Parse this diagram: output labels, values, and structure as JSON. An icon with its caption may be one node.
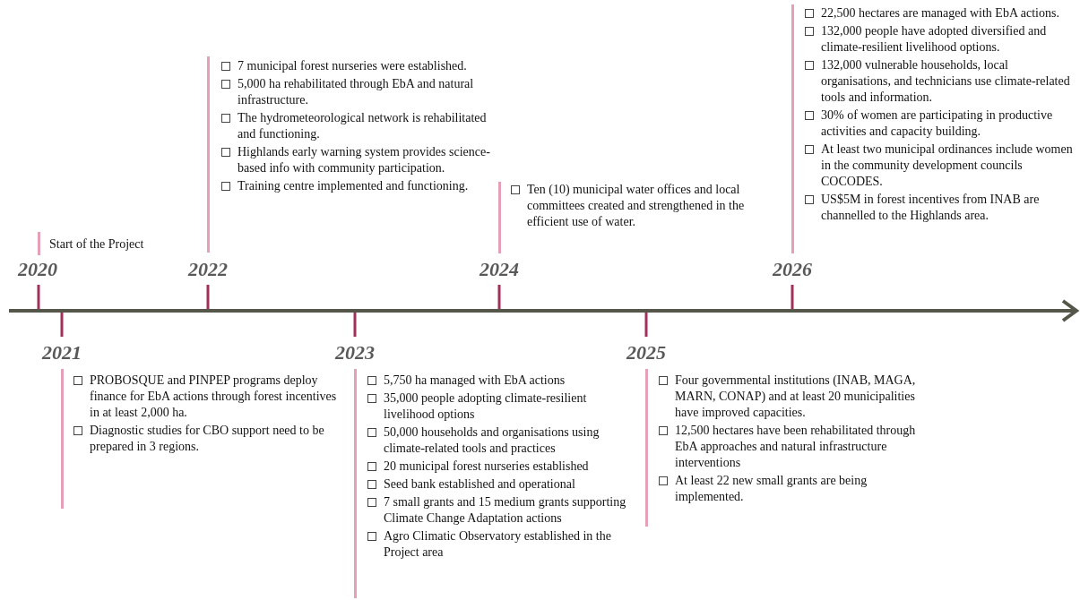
{
  "diagram": {
    "nodes": [
      {
        "text": [
          "Start of the Project"
        ],
        "beside": [
          "2020"
        ]
      },
      {
        "text": [
          "PROBOSQUE and PINPEP programs deploy finance for EbA actions through forest incentives in at least 2,000 ha.",
          "Diagnostic studies for CBO support need to be prepared in 3 regions."
        ],
        "beside": [
          "2021"
        ]
      },
      {
        "text": [
          "7 municipal forest nurseries were established.",
          "5,000 ha rehabilitated through EbA and natural infrastructure.",
          "The hydrometeorological network is rehabilitated and functioning.",
          "Highlands early warning system provides science-based info with community participation.",
          "Training centre implemented and functioning."
        ],
        "beside": [
          "2022"
        ]
      },
      {
        "text": [
          "5,750 ha managed with EbA actions",
          "35,000 people adopting climate-resilient livelihood options",
          "50,000 households and organisations using climate-related tools and practices",
          "20 municipal forest nurseries established",
          "Seed bank established and operational",
          "7 small grants and 15 medium grants supporting Climate Change Adaptation actions",
          "Agro Climatic Observatory established in the Project area"
        ],
        "beside": [
          "2023"
        ]
      },
      {
        "text": [
          "Ten (10) municipal water offices and local committees created and strengthened in the efficient use of water."
        ],
        "beside": [
          "2024"
        ]
      },
      {
        "text": [
          "Four governmental institutions (INAB, MAGA, MARN, CONAP) and at least 20 municipalities have improved capacities.",
          "12,500 hectares have been rehabilitated through EbA approaches and natural infrastructure interventions",
          "At least 22 new small grants are being implemented."
        ],
        "beside": [
          "2025"
        ]
      },
      {
        "text": [
          "22,500 hectares are managed with EbA actions.",
          "132,000 people have adopted diversified and climate-resilient livelihood options.",
          "132,000 vulnerable households, local organisations, and technicians use climate-related tools and information.",
          "30% of women are participating in productive activities and capacity building.",
          "At least two municipal ordinances include women in the community development councils COCODES.",
          "US$5M in forest incentives from INAB are channelled to the Highlands area."
        ],
        "beside": [
          "2026"
        ]
      }
    ]
  }
}
